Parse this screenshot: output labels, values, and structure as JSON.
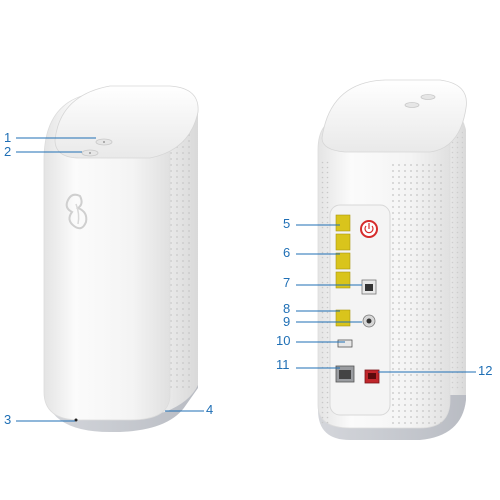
{
  "colors": {
    "callout": "#1f6fb5",
    "body_white": "#f7f7f7",
    "base_grey": "#c9ccd2",
    "port_yellow": "#d9c41c",
    "power_red": "#d62b2b",
    "wan_red": "#c0262b"
  },
  "icons": {
    "front_logo": "brand-logo-icon",
    "power": "power-button-icon"
  },
  "callouts": [
    {
      "id": "1",
      "label": "1"
    },
    {
      "id": "2",
      "label": "2"
    },
    {
      "id": "3",
      "label": "3"
    },
    {
      "id": "4",
      "label": "4"
    },
    {
      "id": "5",
      "label": "5"
    },
    {
      "id": "6",
      "label": "6"
    },
    {
      "id": "7",
      "label": "7"
    },
    {
      "id": "8",
      "label": "8"
    },
    {
      "id": "9",
      "label": "9"
    },
    {
      "id": "10",
      "label": "10"
    },
    {
      "id": "11",
      "label": "11"
    },
    {
      "id": "12",
      "label": "12"
    }
  ]
}
